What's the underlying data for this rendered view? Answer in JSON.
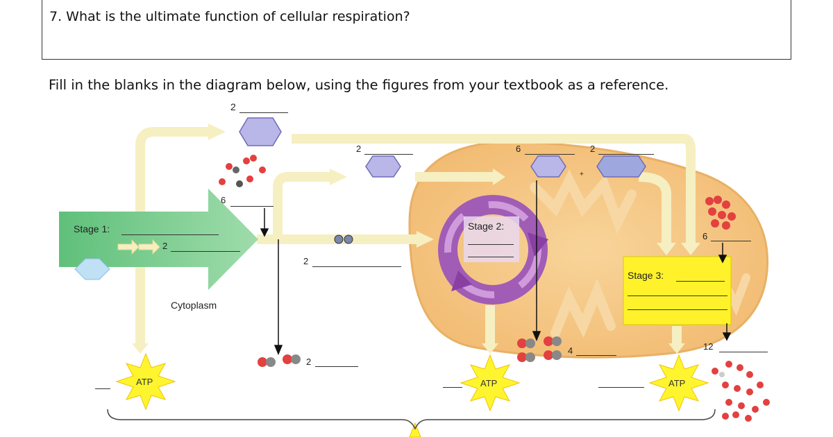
{
  "question": {
    "text": "7. What is the ultimate function of cellular respiration?"
  },
  "instructions": "Fill in the blanks in the diagram below, using the figures from your textbook as a reference.",
  "diagram": {
    "stage1_label": "Stage 1:",
    "stage2_label": "Stage 2:",
    "stage3_label": "Stage 3:",
    "cytoplasm_label": "Cytoplasm",
    "atp_label": "ATP",
    "plus_sign": "+",
    "counts": {
      "top_two": "2",
      "six_left": "6",
      "stage1_two": "2",
      "middle_two": "2",
      "bottom_two": "2",
      "carrier_two": "2",
      "six_mito": "6",
      "two_mito": "2",
      "six_right": "6",
      "four": "4",
      "twelve": "12"
    },
    "colors": {
      "arrow_cream": "#f7f0c4",
      "mito_orange": "#f5c889",
      "stage3_yellow": "#fff22a",
      "cycle_purple": "#a561b8",
      "stage1_green": "#7ccf8c"
    }
  }
}
